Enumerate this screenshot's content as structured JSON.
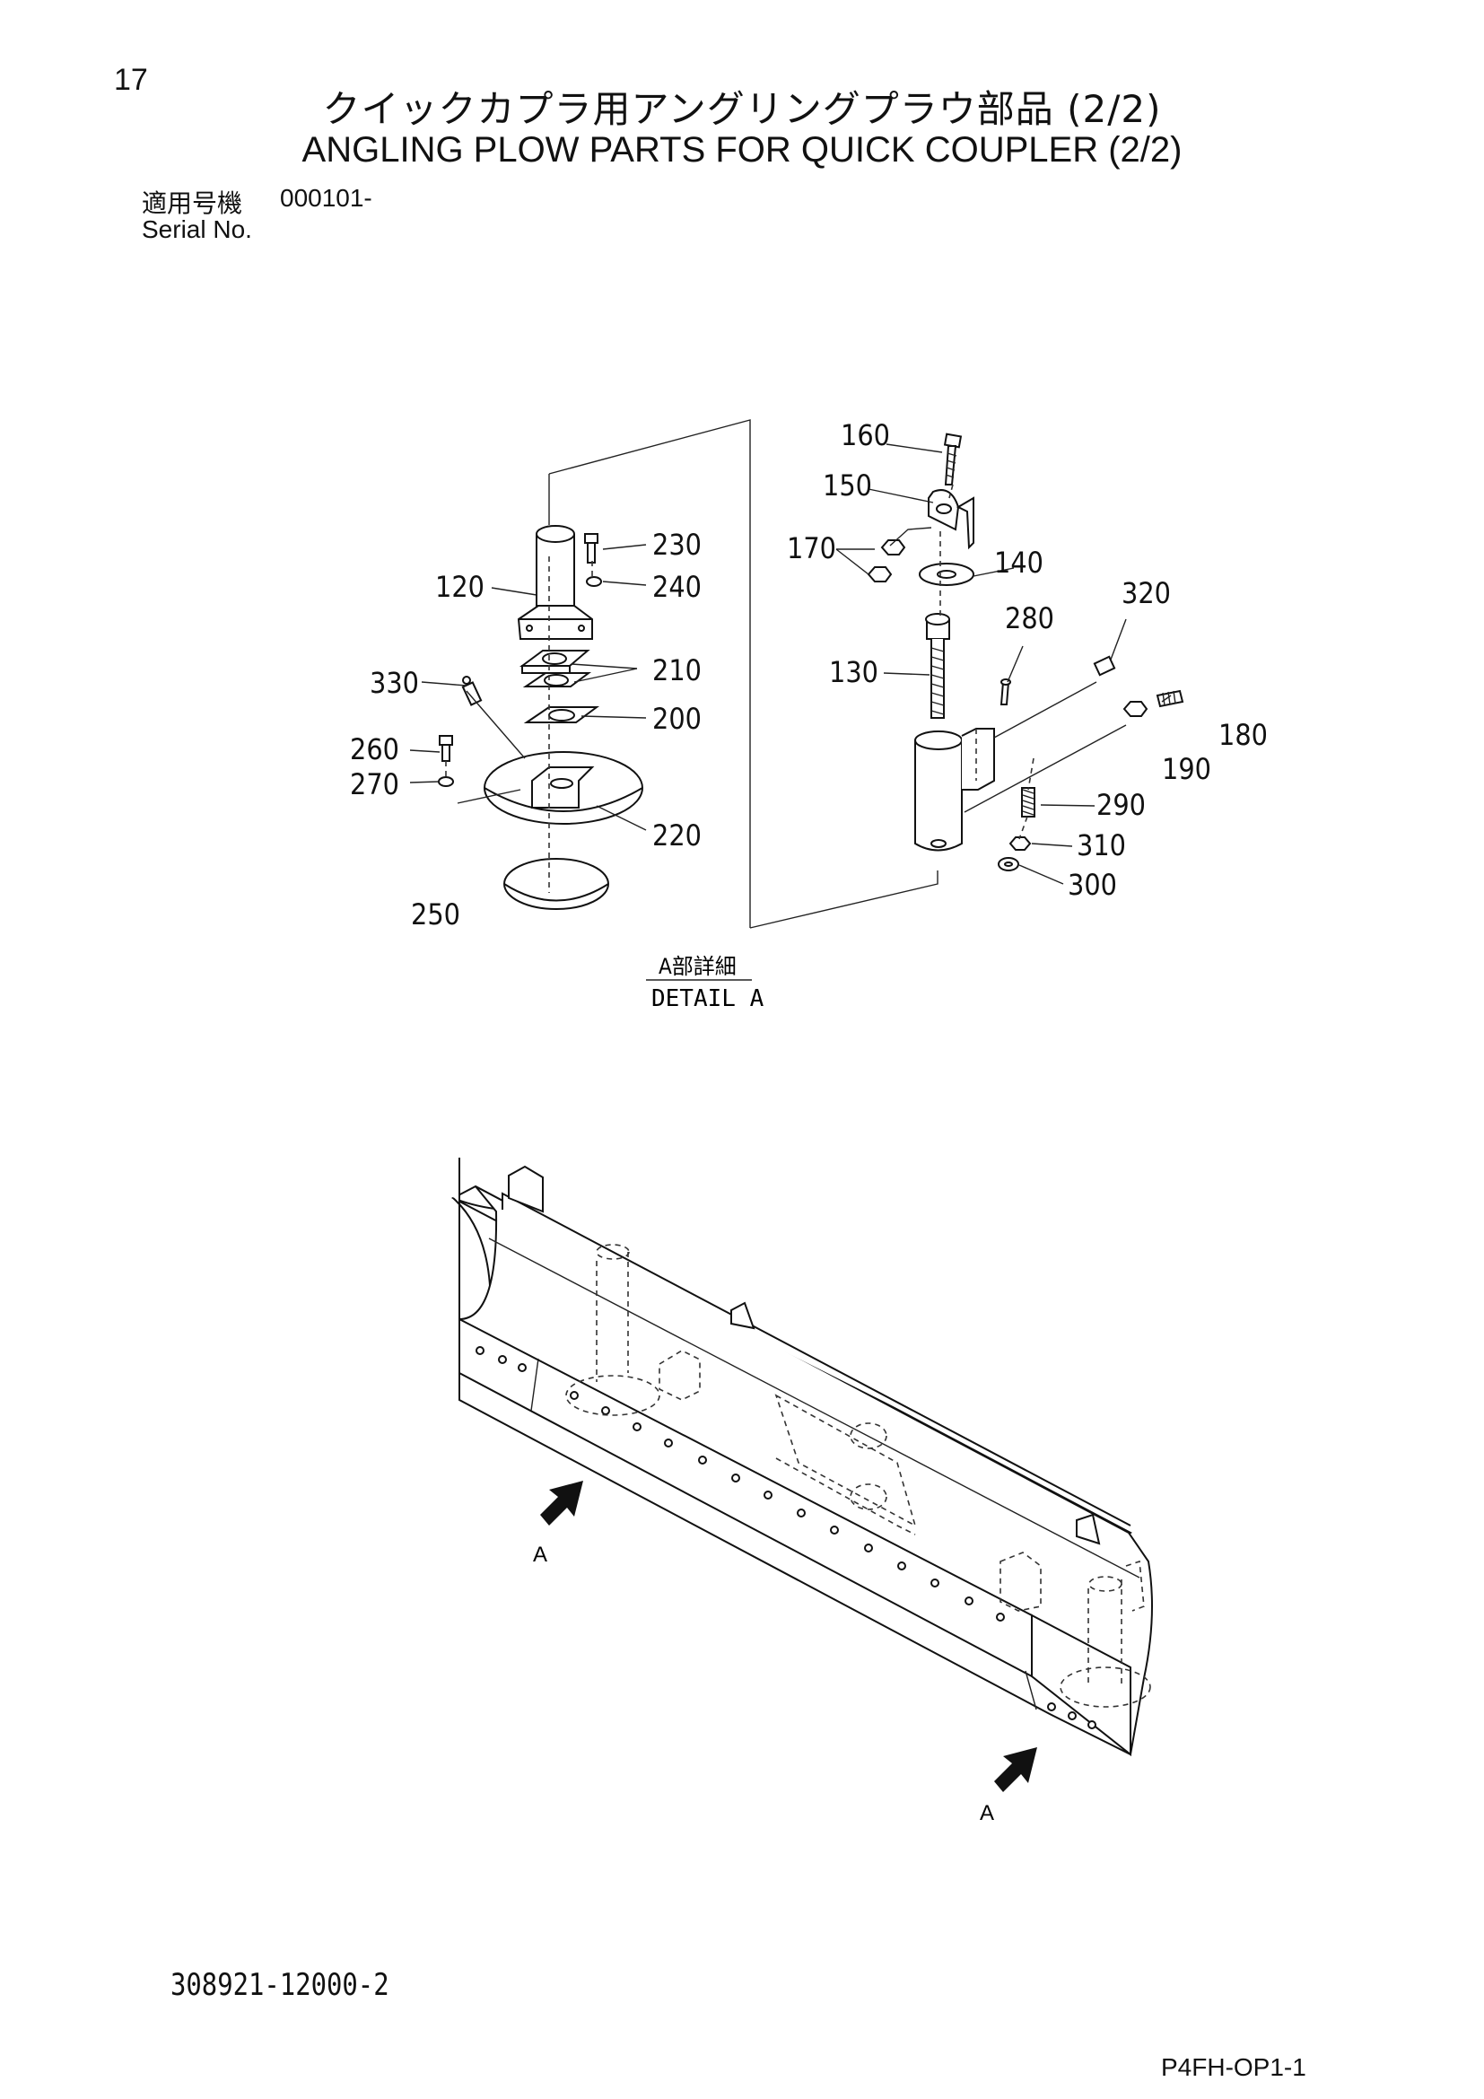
{
  "header": {
    "page_number": "17",
    "title_jp": "クイックカプラ用アングリングプラウ部品 (2/2)",
    "title_en": "ANGLING PLOW PARTS FOR QUICK COUPLER (2/2)",
    "serial_label_jp": "適用号機",
    "serial_value": "000101-",
    "serial_label_en": "Serial No."
  },
  "detail": {
    "label_jp": "A部詳細",
    "label_en": "DETAIL A"
  },
  "callouts": {
    "p160": "160",
    "p150": "150",
    "p170": "170",
    "p140": "140",
    "p320": "320",
    "p280": "280",
    "p130": "130",
    "p180": "180",
    "p190": "190",
    "p290": "290",
    "p310": "310",
    "p300": "300",
    "p230": "230",
    "p240": "240",
    "p120": "120",
    "p210": "210",
    "p330": "330",
    "p200": "200",
    "p260": "260",
    "p270": "270",
    "p220": "220",
    "p250": "250"
  },
  "arrows": {
    "a1": "A",
    "a2": "A"
  },
  "footer": {
    "doc_number": "308921-12000-2",
    "page_code": "P4FH-OP1-1"
  }
}
